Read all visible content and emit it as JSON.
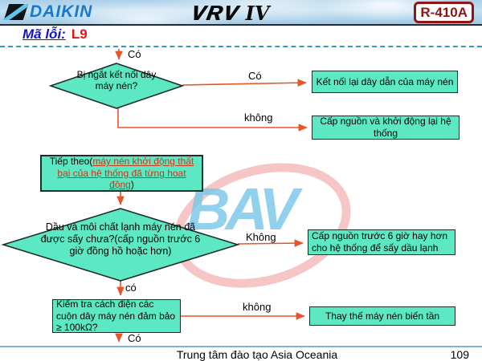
{
  "header": {
    "brand": "DAIKIN",
    "product_name": "VRV",
    "product_version": "IV",
    "refrigerant_badge": "R-410A"
  },
  "error_code": {
    "label": "Mã lỗi:",
    "value": "L9"
  },
  "flowchart": {
    "entry_yes_label": "Có",
    "diamond_disconnect": {
      "text": "Bị ngắt kết nối dây máy nén?",
      "yes_label": "Có",
      "no_label": "không"
    },
    "box_reconnect": {
      "text": "Kết nối lại dây dẫn của máy nén"
    },
    "box_restart": {
      "text": "Cấp nguồn và khởi động lại hệ thống"
    },
    "box_next": {
      "prefix": "Tiếp theo(",
      "highlight": "máy nén khởi động thất bại của hệ thống đã từng hoat động",
      "suffix": ")"
    },
    "diamond_dry": {
      "text": "Dầu và môi chất lạnh máy nén đã được sấy chưa?(cấp nguồn trước 6 giờ đồng hồ hoặc hơn)",
      "no_label": "Không",
      "yes_label": "có"
    },
    "box_power6h": {
      "text": "Cấp nguồn trước 6 giờ hay hơn cho hệ thống để sấy dầu lạnh"
    },
    "box_insulation": {
      "text": "Kiểm tra cách điện các cuộn dây máy nén đảm bảo ≥ 100kΩ?",
      "no_label": "không",
      "yes_label": "Có"
    },
    "box_replace": {
      "text": "Thay thế máy nén biến tần"
    }
  },
  "watermark": {
    "text": "BAV"
  },
  "footer": {
    "center_text": "Trung tâm đào tạo Asia Oceania",
    "page_number": "109"
  },
  "colors": {
    "shape_fill": "#5BE8C2",
    "shape_border": "#1d2d2d",
    "connector": "#EA5228",
    "error_code_label": "#1313CD",
    "error_code_value": "#E21313",
    "badge": "#8F1616",
    "dashed_rule": "#2E9FB5",
    "footer_rule": "#7FB2D4",
    "daikin_blue": "#1878CE",
    "watermark_blue": "#7EC8E6",
    "watermark_pink": "#F0A3A3"
  }
}
